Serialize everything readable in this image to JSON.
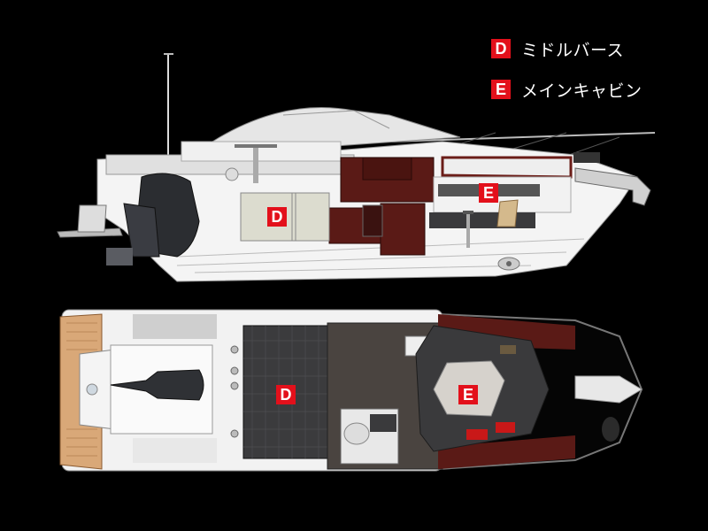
{
  "legend": {
    "items": [
      {
        "key": "D",
        "label": "ミドルバース"
      },
      {
        "key": "E",
        "label": "メインキャビン"
      }
    ]
  },
  "side_view": {
    "labels": [
      {
        "key": "D",
        "area": "ミドルバース"
      },
      {
        "key": "E",
        "area": "メインキャビン"
      }
    ]
  },
  "top_view": {
    "labels": [
      {
        "key": "D",
        "area": "ミドルバース"
      },
      {
        "key": "E",
        "area": "メインキャビン"
      }
    ]
  },
  "colors": {
    "background": "#000000",
    "badge": "#e3101b",
    "legend_text": "#ffffff",
    "wood": "#5a1a16",
    "hull": "#f2f2f2",
    "floor": "#4a4440",
    "seat": "#3a3a3c",
    "teak": "#d9a878"
  }
}
